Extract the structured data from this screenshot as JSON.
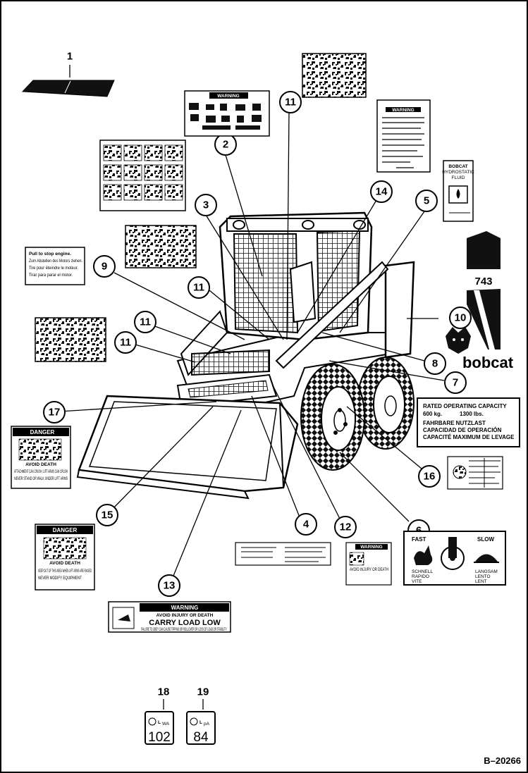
{
  "figure_id": "B–20266",
  "callouts": [
    "1",
    "2",
    "3",
    "4",
    "5",
    "6",
    "7",
    "8",
    "9",
    "10",
    "11",
    "12",
    "13",
    "14",
    "15",
    "16",
    "17",
    "18",
    "19"
  ],
  "decals": {
    "pull_to_stop": {
      "title": "Pull to stop engine.",
      "line2": "Zum Abstellen des Motors ziehen.",
      "line3": "Tire pour éteindre le moteur.",
      "line4": "Tirar para parar el motor."
    },
    "warning_top": {
      "title": "WARNING"
    },
    "operators_handbook": {
      "title": "WARNING"
    },
    "hydrostatic": {
      "brand": "BOBCAT",
      "line1": "HYDROSTATIC",
      "line2": "FLUID"
    },
    "model_stripe": {
      "model": "743"
    },
    "bobcat_logo": {
      "name": "bobcat"
    },
    "rated_capacity": {
      "title": "RATED OPERATING CAPACITY",
      "kg": "600 kg.",
      "lbs": "1300 lbs.",
      "de": "FAHRBARE NUTZLAST",
      "es": "CAPACIDAD DE OPERACIÓN",
      "fr": "CAPACITÉ MAXIMUM DE LEVAGE"
    },
    "danger_left": {
      "title": "DANGER",
      "sub": "AVOID DEATH",
      "text1": "ATTACHMENT CAN CRUSH, LIFT ARMS CAN CRUSH",
      "text2": "NEVER STAND OR WALK UNDER LIFT ARMS"
    },
    "danger_bottom": {
      "title": "DANGER",
      "sub": "AVOID DEATH",
      "text1": "KEEP OUT OF THIS AREA WHEN LIFT ARMS ARE RAISED",
      "text2": "NEVER MODIFY EQUIPMENT"
    },
    "warning_small": {
      "title": "WARNING",
      "sub": "AVOID INJURY OR DEATH"
    },
    "fast_slow": {
      "fast": "FAST",
      "slow": "SLOW",
      "fast_de": "SCHNELL",
      "fast_es": "RAPIDO",
      "fast_fr": "VITE",
      "slow_de": "LANGSAM",
      "slow_es": "LENTO",
      "slow_fr": "LENT"
    },
    "carry_load": {
      "title": "WARNING",
      "sub": "AVOID INJURY OR DEATH",
      "main": "CARRY LOAD LOW",
      "foot": "FAILURE TO OBEY CAN CAUSE TIPPING OR ROLLOVER OR LOSS OF LOAD OR STABILITY."
    },
    "sound_102": {
      "value": "102",
      "unit": "L",
      "sub": "WA"
    },
    "sound_84": {
      "value": "84",
      "unit": "L",
      "sub": "pA"
    }
  }
}
